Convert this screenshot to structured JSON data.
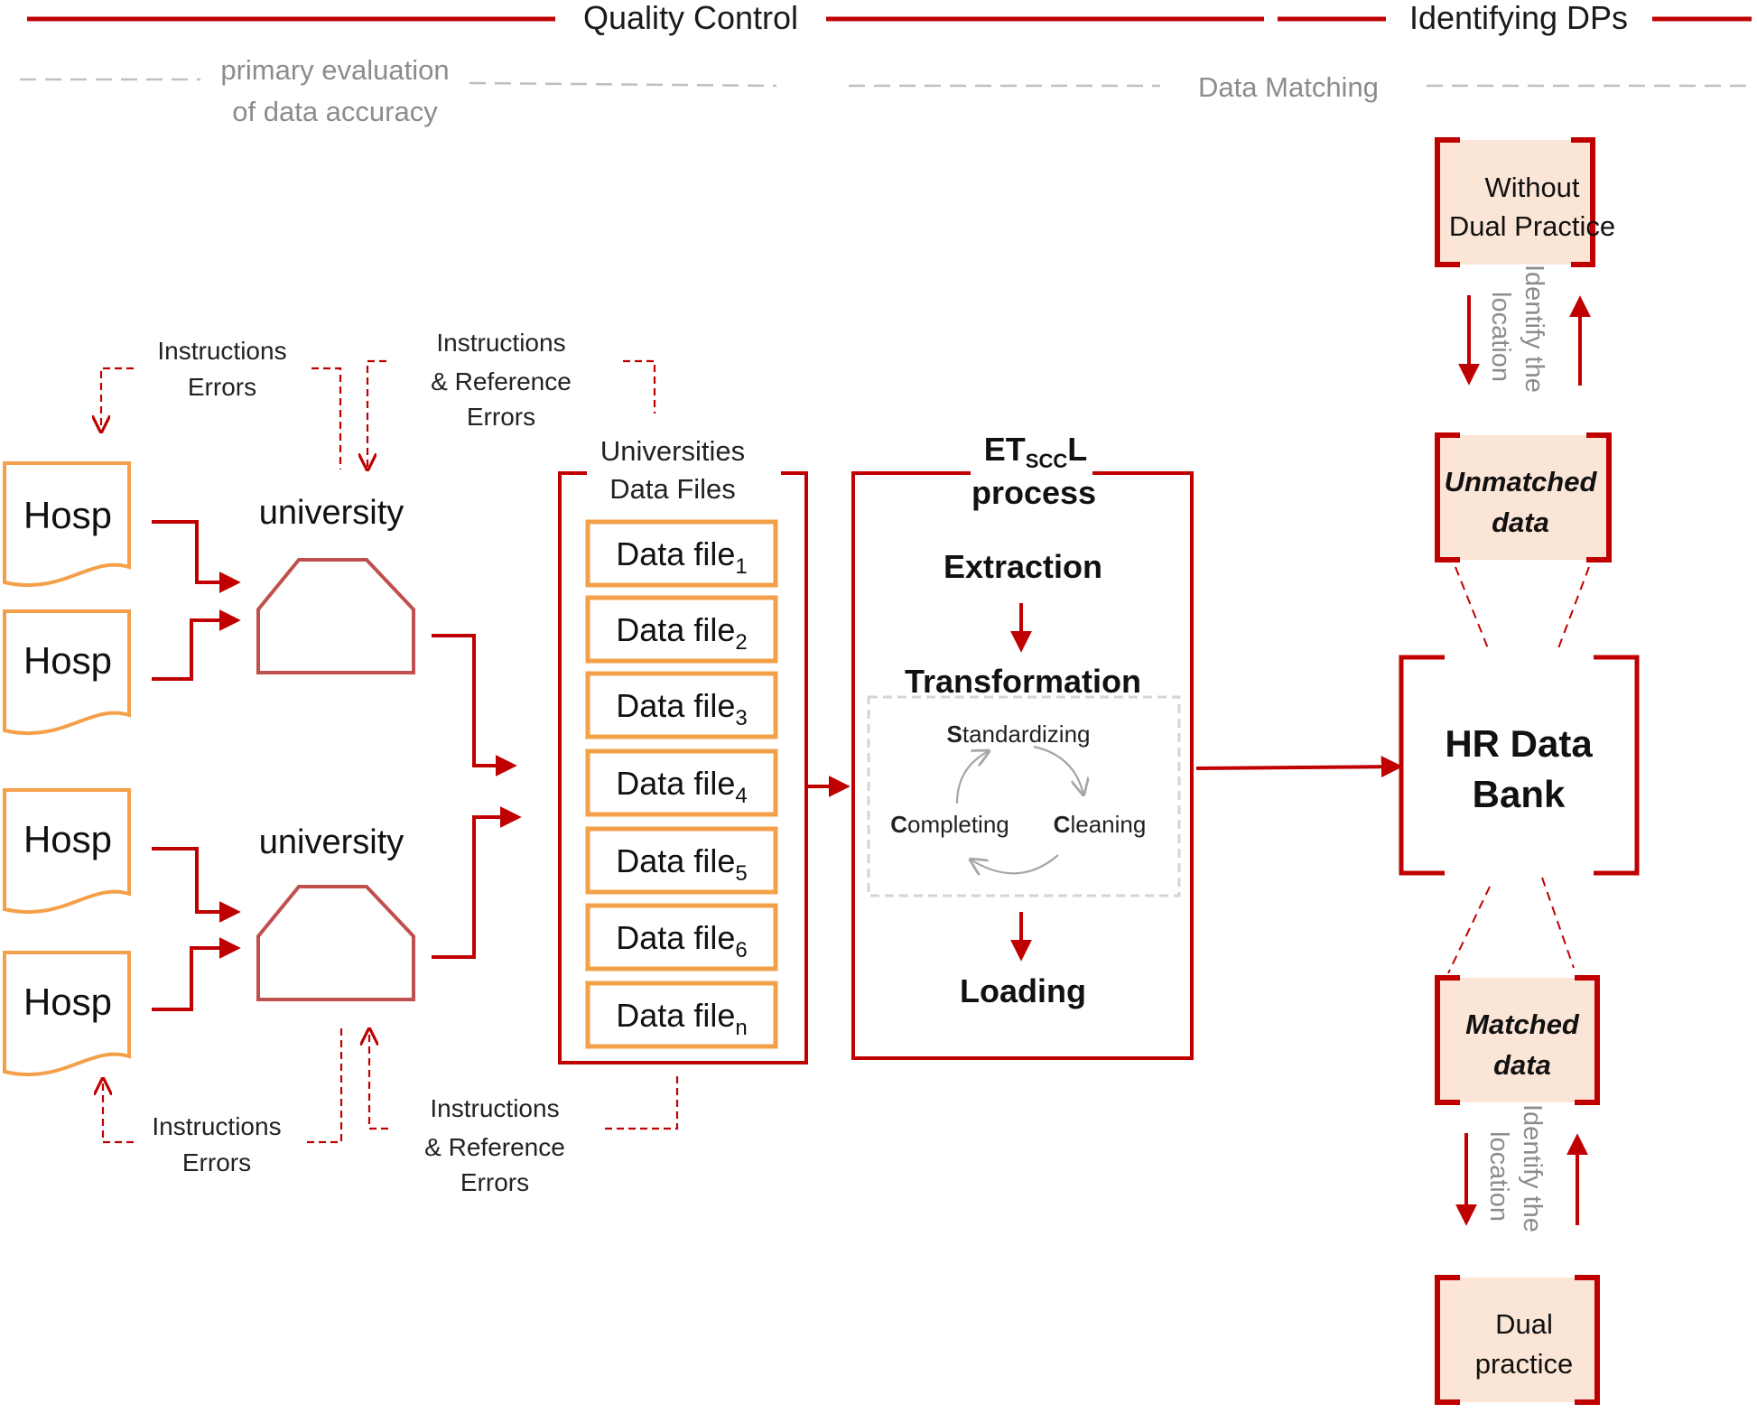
{
  "colors": {
    "red": "#c00000",
    "dash_red": "#c00000",
    "orange": "#f4a04a",
    "university_stroke": "#c0504d",
    "box_fill": "#fbe5d6",
    "grey": "#8c8c8c"
  },
  "header": {
    "quality_control": "Quality Control",
    "identifying_dps": "Identifying DPs",
    "primary_eval_line1": "primary evaluation",
    "primary_eval_line2": "of data accuracy",
    "data_matching": "Data Matching"
  },
  "hospitals": [
    "Hosp",
    "Hosp",
    "Hosp",
    "Hosp"
  ],
  "universities": [
    "university",
    "university"
  ],
  "notes": {
    "top_left": [
      "Instructions",
      "Errors"
    ],
    "top_right": [
      "Instructions",
      "& Reference",
      "Errors"
    ],
    "bottom_left": [
      "Instructions",
      "Errors"
    ],
    "bottom_right": [
      "Instructions",
      "& Reference",
      "Errors"
    ]
  },
  "data_files": {
    "title_line1": "Universities",
    "title_line2": "Data Files",
    "label": "Data file",
    "subscripts": [
      "1",
      "2",
      "3",
      "4",
      "5",
      "6",
      "n"
    ]
  },
  "etl": {
    "title_main": "ET",
    "title_sub": "SCC",
    "title_end": "L",
    "title_line2": "process",
    "extraction": "Extraction",
    "transformation": "Transformation",
    "loading": "Loading",
    "cycle": {
      "standardizing_initial": "S",
      "standardizing_rest": "tandardizing",
      "cleaning_initial": "C",
      "cleaning_rest": "leaning",
      "completing_initial": "C",
      "completing_rest": "ompleting"
    }
  },
  "bank": {
    "line1": "HR Data",
    "line2": "Bank"
  },
  "right_boxes": {
    "without_dp": [
      "Without",
      "Dual Practice"
    ],
    "unmatched": [
      "Unmatched",
      "data"
    ],
    "matched": [
      "Matched",
      "data"
    ],
    "dual_practice": [
      "Dual",
      "practice"
    ]
  },
  "identify_location": [
    "Identify the",
    "location"
  ]
}
